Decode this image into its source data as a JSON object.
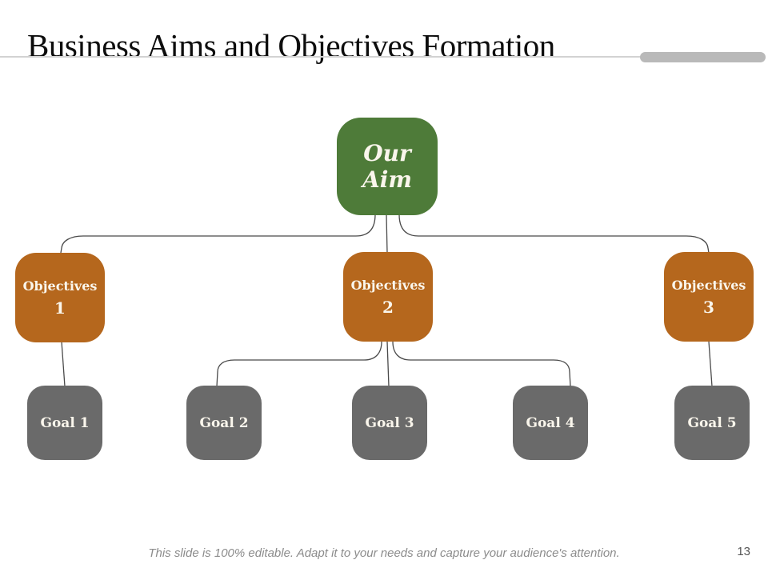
{
  "slide": {
    "title": "Business Aims and Objectives Formation",
    "footer_note": "This slide is 100% editable. Adapt it to your needs and capture your audience's attention.",
    "page_number": "13"
  },
  "diagram": {
    "aim": {
      "label": "Our Aim",
      "line1": "Our",
      "line2": "Aim"
    },
    "objectives": [
      {
        "label": "Objectives",
        "number": "1"
      },
      {
        "label": "Objectives",
        "number": "2"
      },
      {
        "label": "Objectives",
        "number": "3"
      }
    ],
    "goals": [
      {
        "label": "Goal 1"
      },
      {
        "label": "Goal 2"
      },
      {
        "label": "Goal 3"
      },
      {
        "label": "Goal 4"
      },
      {
        "label": "Goal 5"
      }
    ]
  },
  "colors": {
    "aim_green": "#4E7B39",
    "objective_orange": "#B5671D",
    "goal_gray": "#6A6A6A",
    "connector_line": "#4A4A4A",
    "accent_bar": "#B9B9B9",
    "divider_line": "#D2D2D2",
    "box_text_cream": "#FAF6EC",
    "footer_text": "#8C8C8C",
    "title_text": "#0D0D0D"
  }
}
